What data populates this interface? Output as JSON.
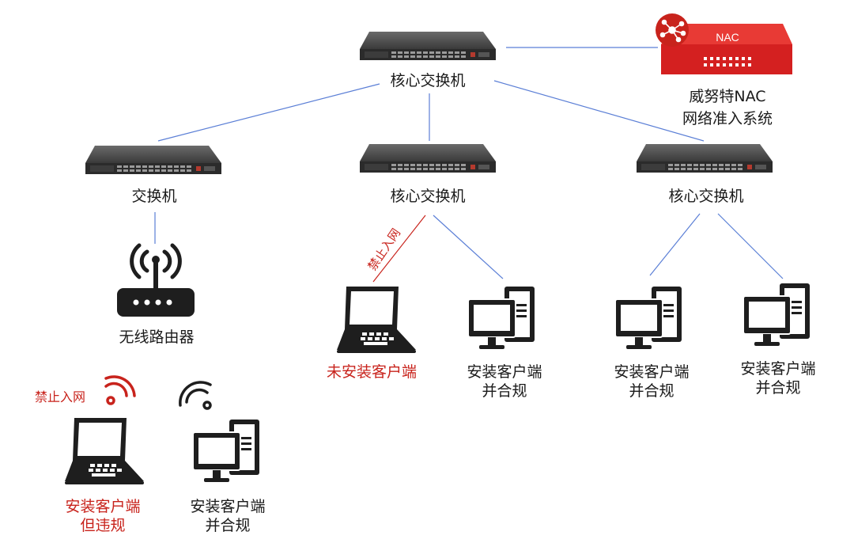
{
  "nodes": {
    "core_switch": {
      "label": "核心交换机"
    },
    "nac": {
      "badge": "NAC",
      "line1": "威努特NAC",
      "line2": "网络准入系统"
    },
    "left_switch": {
      "label": "交换机"
    },
    "mid_switch": {
      "label": "核心交换机"
    },
    "right_switch": {
      "label": "核心交换机"
    },
    "router": {
      "label": "无线路由器"
    },
    "laptop_no_client": {
      "label": "未安装客户端"
    },
    "pc_mid": {
      "line1": "安装客户端",
      "line2": "并合规"
    },
    "pc_right_a": {
      "line1": "安装客户端",
      "line2": "并合规"
    },
    "pc_right_b": {
      "line1": "安装客户端",
      "line2": "并合规"
    },
    "laptop_wifi_violation": {
      "line1": "安装客户端",
      "line2": "但违规"
    },
    "pc_wifi": {
      "line1": "安装客户端",
      "line2": "并合规"
    }
  },
  "annotations": {
    "blocked_wired": "禁止入网",
    "blocked_wifi": "禁止入网"
  },
  "colors": {
    "link": "#5b7fd6",
    "blocked": "#c8231c",
    "nac_red": "#d42020",
    "device": "#1e1e1e"
  }
}
